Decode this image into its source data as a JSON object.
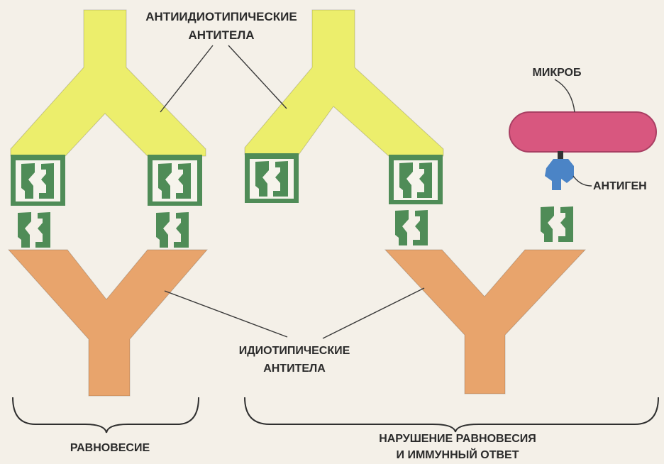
{
  "labels": {
    "anti_idiotypic": [
      "АНТИИДИОТИПИЧЕСКИЕ",
      "АНТИТЕЛА"
    ],
    "microbe": "МИКРОБ",
    "antigen": "АНТИГЕН",
    "idiotypic": [
      "ИДИОТИПИЧЕСКИЕ",
      "АНТИТЕЛА"
    ],
    "equilibrium": "РАВНОВЕСИЕ",
    "disruption": [
      "НАРУШЕНИЕ РАВНОВЕСИЯ",
      "И ИММУННЫЙ ОТВЕТ"
    ]
  },
  "colors": {
    "background": "#f4f0e8",
    "anti_idiotypic_antibody": "#ecee6c",
    "idiotypic_antibody": "#e8a46c",
    "binding_site": "#4f8c57",
    "binding_site_gap": "#f6f4ec",
    "microbe": "#d8577f",
    "microbe_outline": "#a93f63",
    "antigen": "#4b84c6",
    "antigen_stem": "#333333"
  }
}
